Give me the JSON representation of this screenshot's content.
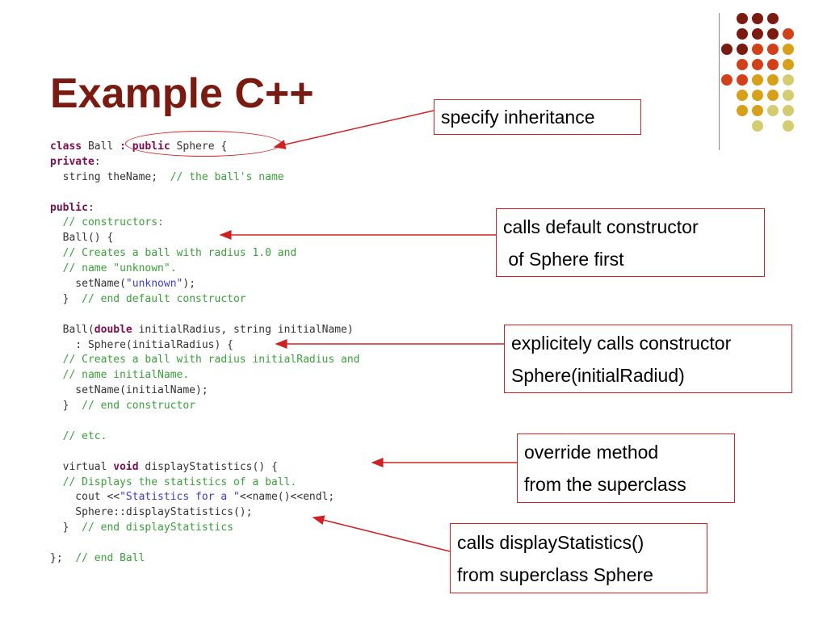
{
  "slide": {
    "title": "Example C++",
    "accent_colors": {
      "title": "#7a1a10",
      "callout_border": "#d22020",
      "keyword": "#7a0f4f",
      "comment": "#3aa03a",
      "string": "#3a3ad0"
    }
  },
  "code": {
    "lines": [
      [
        {
          "t": "kw",
          "v": "class"
        },
        {
          "t": "pl",
          "v": " Ball "
        },
        {
          "t": "kw",
          "v": ": public"
        },
        {
          "t": "pl",
          "v": " Sphere {"
        }
      ],
      [
        {
          "t": "kw",
          "v": "private"
        },
        {
          "t": "pl",
          "v": ":"
        }
      ],
      [
        {
          "t": "pl",
          "v": "  string theName;  "
        },
        {
          "t": "cm",
          "v": "// the ball's name"
        }
      ],
      [],
      [
        {
          "t": "kw",
          "v": "public"
        },
        {
          "t": "pl",
          "v": ":"
        }
      ],
      [
        {
          "t": "pl",
          "v": "  "
        },
        {
          "t": "cm",
          "v": "// constructors:"
        }
      ],
      [
        {
          "t": "pl",
          "v": "  Ball() {"
        }
      ],
      [
        {
          "t": "pl",
          "v": "  "
        },
        {
          "t": "cm",
          "v": "// Creates a ball with radius 1.0 and"
        }
      ],
      [
        {
          "t": "pl",
          "v": "  "
        },
        {
          "t": "cm",
          "v": "// name \"unknown\"."
        }
      ],
      [
        {
          "t": "pl",
          "v": "    setName("
        },
        {
          "t": "st",
          "v": "\"unknown\""
        },
        {
          "t": "pl",
          "v": ");"
        }
      ],
      [
        {
          "t": "pl",
          "v": "  }  "
        },
        {
          "t": "cm",
          "v": "// end default constructor"
        }
      ],
      [],
      [
        {
          "t": "pl",
          "v": "  Ball("
        },
        {
          "t": "kw",
          "v": "double"
        },
        {
          "t": "pl",
          "v": " initialRadius, string initialName)"
        }
      ],
      [
        {
          "t": "pl",
          "v": "    : Sphere(initialRadius) {"
        }
      ],
      [
        {
          "t": "pl",
          "v": "  "
        },
        {
          "t": "cm",
          "v": "// Creates a ball with radius initialRadius and"
        }
      ],
      [
        {
          "t": "pl",
          "v": "  "
        },
        {
          "t": "cm",
          "v": "// name initialName."
        }
      ],
      [
        {
          "t": "pl",
          "v": "    setName(initialName);"
        }
      ],
      [
        {
          "t": "pl",
          "v": "  }  "
        },
        {
          "t": "cm",
          "v": "// end constructor"
        }
      ],
      [],
      [
        {
          "t": "pl",
          "v": "  "
        },
        {
          "t": "cm",
          "v": "// etc."
        }
      ],
      [],
      [
        {
          "t": "pl",
          "v": "  virtual "
        },
        {
          "t": "kw",
          "v": "void"
        },
        {
          "t": "pl",
          "v": " displayStatistics() {"
        }
      ],
      [
        {
          "t": "pl",
          "v": "  "
        },
        {
          "t": "cm",
          "v": "// Displays the statistics of a ball."
        }
      ],
      [
        {
          "t": "pl",
          "v": "    cout <<"
        },
        {
          "t": "st",
          "v": "\"Statistics for a \""
        },
        {
          "t": "pl",
          "v": "<<name()<<endl;"
        }
      ],
      [
        {
          "t": "pl",
          "v": "    Sphere::displayStatistics();"
        }
      ],
      [
        {
          "t": "pl",
          "v": "  }  "
        },
        {
          "t": "cm",
          "v": "// end displayStatistics"
        }
      ],
      [],
      [
        {
          "t": "pl",
          "v": "};  "
        },
        {
          "t": "cm",
          "v": "// end Ball"
        }
      ]
    ]
  },
  "callouts": {
    "inheritance": {
      "lines": [
        "specify inheritance"
      ]
    },
    "default_ctor": {
      "lines": [
        "calls default constructor",
        " of Sphere first"
      ]
    },
    "explicit_ctor": {
      "lines": [
        "explicitely calls constructor",
        "Sphere(initialRadiud)"
      ]
    },
    "override": {
      "lines": [
        "override method",
        "from the superclass"
      ]
    },
    "display_stats": {
      "lines": [
        "calls displayStatistics()",
        "from superclass Sphere"
      ]
    }
  }
}
